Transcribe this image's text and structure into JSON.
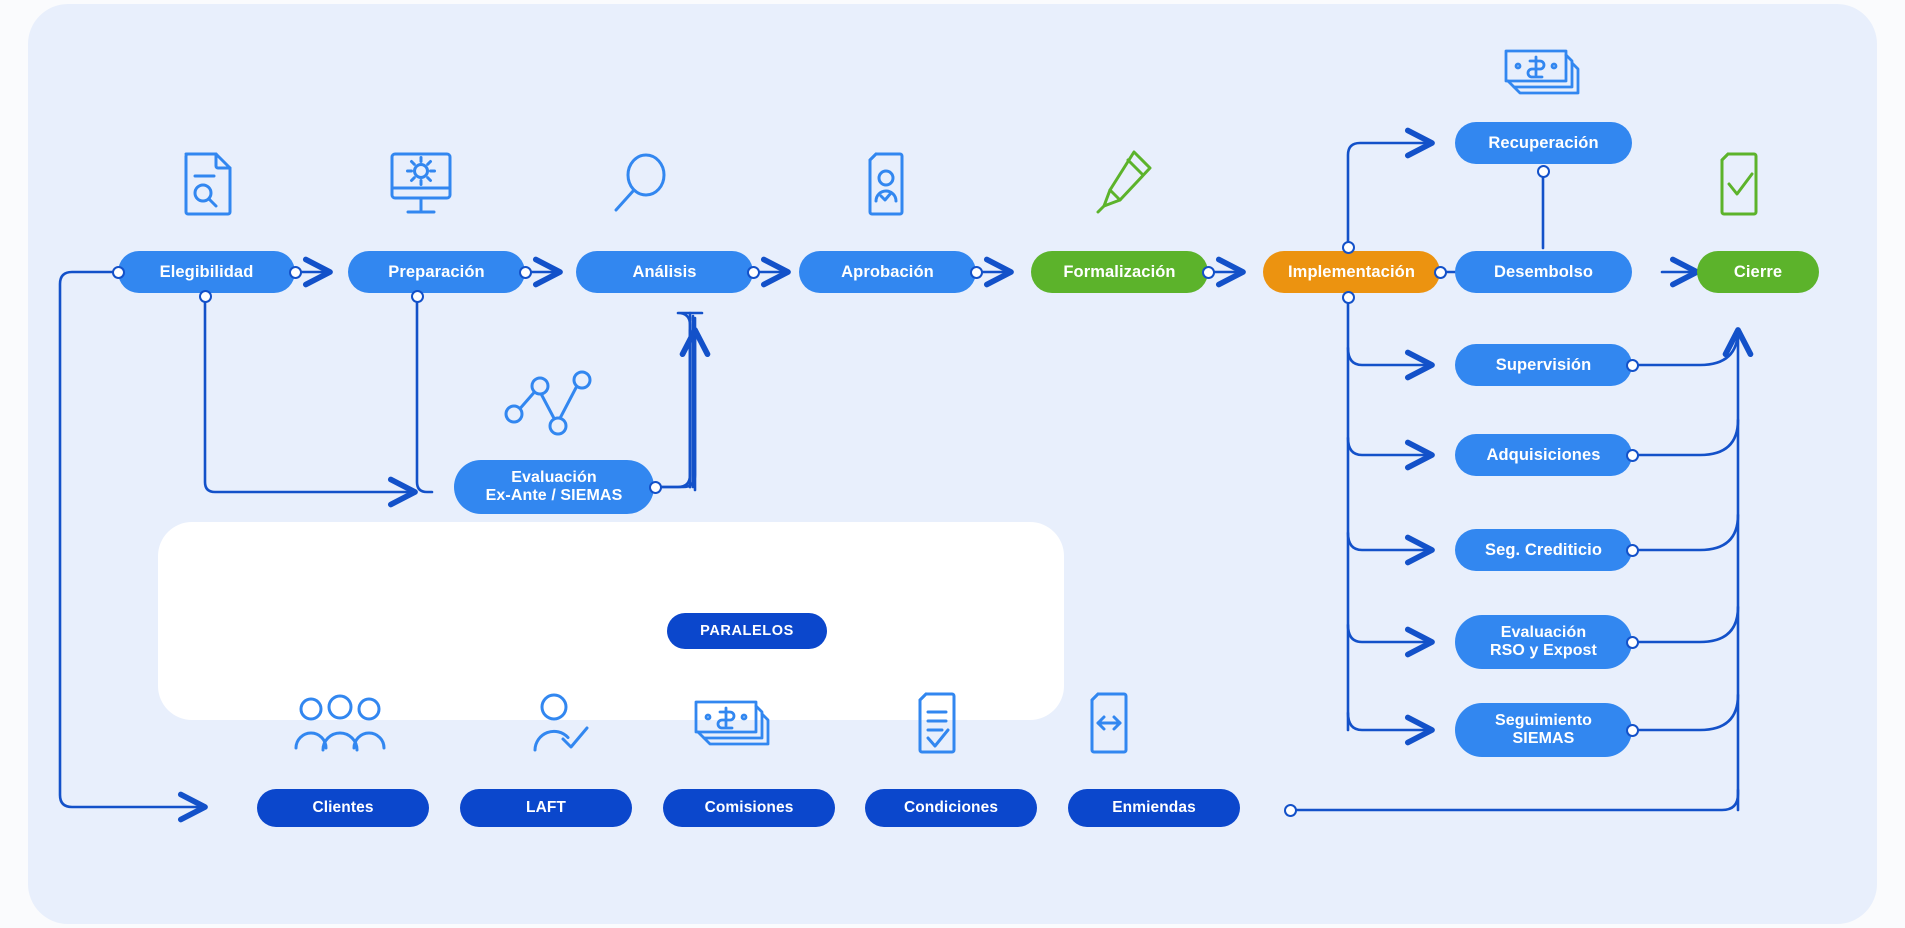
{
  "palette": {
    "page_background": "#fafbfd",
    "panel_background": "#e8effc",
    "card_background": "#ffffff",
    "node_blue": "#3287f0",
    "node_green": "#5cb32b",
    "node_orange": "#ec9310",
    "node_navy": "#0b47cc",
    "connector": "#1351c9",
    "icon_blue": "#3287f0",
    "icon_green": "#5cb32b",
    "text_on_node": "#ffffff"
  },
  "main_flow": {
    "nodes": [
      {
        "id": "elegibilidad",
        "label": "Elegibilidad",
        "color": "blue",
        "icon": "document-search-icon"
      },
      {
        "id": "preparacion",
        "label": "Preparación",
        "color": "blue",
        "icon": "monitor-gear-icon"
      },
      {
        "id": "analisis",
        "label": "Análisis",
        "color": "blue",
        "icon": "magnifier-icon"
      },
      {
        "id": "aprobacion",
        "label": "Aprobación",
        "color": "blue",
        "icon": "document-person-icon"
      },
      {
        "id": "formalizacion",
        "label": "Formalización",
        "color": "green",
        "icon": "pen-icon"
      },
      {
        "id": "implementacion",
        "label": "Implementación",
        "color": "orange",
        "icon": ""
      },
      {
        "id": "desembolso",
        "label": "Desembolso",
        "color": "blue",
        "icon": ""
      },
      {
        "id": "cierre",
        "label": "Cierre",
        "color": "green",
        "icon": "document-check-icon"
      }
    ]
  },
  "side_nodes": {
    "evaluacion_ex_ante": {
      "label": "Evaluación\nEx-Ante / SIEMAS",
      "color": "blue",
      "icon": "line-chart-icon"
    },
    "recuperacion": {
      "label": "Recuperación",
      "color": "blue",
      "icon": "money-stack-icon"
    }
  },
  "implementation_branches": [
    {
      "id": "supervision",
      "label": "Supervisión",
      "color": "blue"
    },
    {
      "id": "adquisiciones",
      "label": "Adquisiciones",
      "color": "blue"
    },
    {
      "id": "seg-crediticio",
      "label": "Seg. Crediticio",
      "color": "blue"
    },
    {
      "id": "evaluacion-rso",
      "label": "Evaluación\nRSO y Expost",
      "color": "blue"
    },
    {
      "id": "seguimiento",
      "label": "Seguimiento\nSIEMAS",
      "color": "blue"
    }
  ],
  "paralelos": {
    "badge": "PARALELOS",
    "items": [
      {
        "id": "clientes",
        "label": "Clientes",
        "icon": "people-group-icon"
      },
      {
        "id": "laft",
        "label": "LAFT",
        "icon": "person-check-icon"
      },
      {
        "id": "comisiones",
        "label": "Comisiones",
        "icon": "money-stack-icon"
      },
      {
        "id": "condiciones",
        "label": "Condiciones",
        "icon": "document-lines-check-icon"
      },
      {
        "id": "enmiendas",
        "label": "Enmiendas",
        "icon": "document-arrows-icon"
      }
    ]
  }
}
